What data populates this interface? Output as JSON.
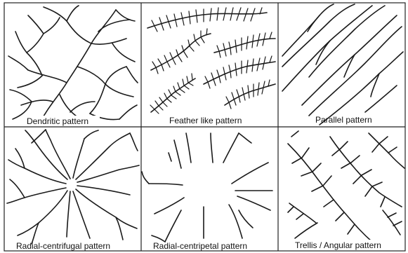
{
  "panels": [
    {
      "id": "dendritic",
      "label": "Dendritic pattern"
    },
    {
      "id": "feather",
      "label": "Feather like pattern"
    },
    {
      "id": "parallel",
      "label": "Parallel pattern"
    },
    {
      "id": "radial-centrifugal",
      "label": "Radial-centrifugal pattern"
    },
    {
      "id": "radial-centripetal",
      "label": "Radial-centripetal pattern"
    },
    {
      "id": "trellis",
      "label": "Trellis / Angular pattern"
    }
  ]
}
